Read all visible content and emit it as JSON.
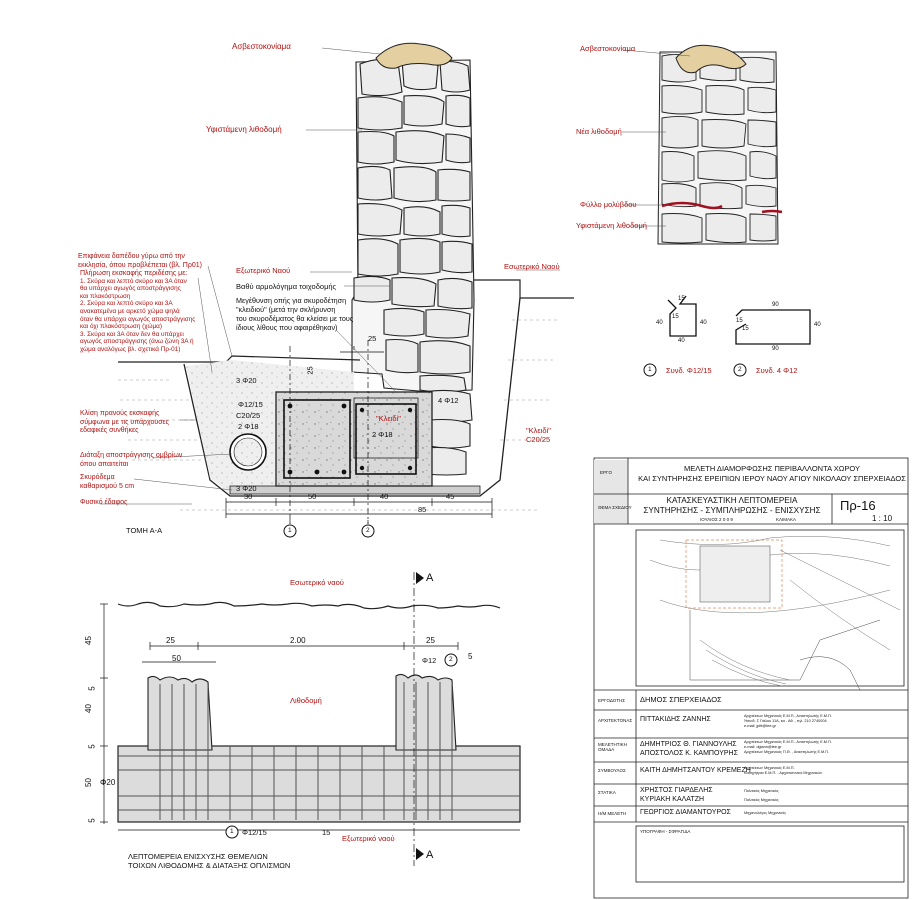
{
  "colors": {
    "annotation": "#b01010",
    "line": "#111111",
    "stone": "#eeeeee",
    "mortar": "#e3cfa0",
    "concrete": "#d6d6d6",
    "lead": "#a01020"
  },
  "section_left": {
    "labels": {
      "lime_plaster": "Ασβεστοκονίαμα",
      "existing_masonry": "Υφιστάμενη λιθοδομή",
      "floor_note_1": "Επιφάνεια δαπέδου γύρω από την",
      "floor_note_2": "εκκλησία, όπου προβλέπεται  (βλ. Πρ01)",
      "backfill_title": "Πλήρωση εκσκαφής περιδέσης με:",
      "backfill_lines": [
        "1. Σκύρα και λεπτό σκύρο και 3Α όταν",
        "θα υπάρχει αγωγός αποστράγγισης",
        "και πλακόστρωση",
        "2. Σκύρα και λεπτό σκύρο και 3Α",
        "ανακατεμένα με αρκετό χώμα ψηλά",
        "όταν θα υπάρχει αγωγός αποστράγγισης",
        "και  όχι πλακόστρωση (χώμα)",
        "3. Σκύρα και  3Α όταν δεν θα υπάρχει",
        "αγωγός αποστράγγισης  (άνω ζώνη 3Α ή",
        "χώμα αναλόγως βλ. σχετικά  Πρ-01)"
      ],
      "exterior": "Εξωτερικό Ναού",
      "interior": "Εσωτερικό Ναού",
      "deep_joint": "Βαθύ αρμολόγημα τοιχοδομής",
      "enlarge_1": "Μεγέθυνση οπής για σκυροδέτηση",
      "enlarge_2": "\"κλειδιού\" (μετά την σκλήρυνση",
      "enlarge_3": "του σκυροδέματος θα κλείσει με τους",
      "enlarge_4": "ίδιους λίθους που αφαιρέθηκαν)",
      "slope_1": "Κλίση πρανούς εκσκαφής",
      "slope_2": "σύμφωνα με τις υπάρχουσες",
      "slope_3": "εδαφικές συνθήκες",
      "drain_1": "Διάταξη αποστράγγισης ομβρίων",
      "drain_2": "όπου απαιτείται",
      "blinding_1": "Σκυρόδεμα",
      "blinding_2": "καθαρισμού 5 cm",
      "natural_ground": "Φυσικό έδαφος",
      "key_1": "\"Κλειδί\"",
      "key_2": "C20/25",
      "key_inner": "\"Κλειδί\"",
      "title": "ΤΟΜΗ  Α-Α"
    },
    "rebar_notes": [
      "3 Φ20",
      "Φ12/15",
      "C20/25",
      "2 Φ18",
      "2 Φ18",
      "4 Φ12",
      "3 Φ20"
    ],
    "dims": [
      "25",
      "25",
      "30",
      "50",
      "40",
      "45",
      "85"
    ],
    "markers": [
      "1",
      "2"
    ]
  },
  "section_right": {
    "labels": {
      "lime_plaster": "Ασβεστοκονίαμα",
      "new_masonry": "Νέα λιθοδομή",
      "lead_sheet": "Φύλλο μολύβδου",
      "existing_masonry": "Υφιστάμενη λιθοδομή"
    }
  },
  "rebar_shapes": [
    {
      "marker": "1",
      "label": "Συνδ. Φ12/15",
      "dims": [
        "15",
        "15",
        "40",
        "40",
        "40"
      ]
    },
    {
      "marker": "2",
      "label": "Συνδ. 4 Φ12",
      "dims": [
        "90",
        "15",
        "15",
        "40",
        "90"
      ]
    }
  ],
  "plan": {
    "interior": "Εσωτερικό ναού",
    "exterior": "Εξωτερικό ναού",
    "masonry": "Λιθοδομή",
    "dims_top": [
      "25",
      "2.00",
      "25"
    ],
    "dims_left": [
      "45",
      "5",
      "40",
      "5",
      "50",
      "5"
    ],
    "phi20": "Φ20",
    "dim_50": "50",
    "dim_5": "5",
    "phi12": "Φ12",
    "phi12_marker": "2",
    "bottom_marker": "1",
    "bottom_label": "Φ12/15",
    "bottom_dim": "15",
    "section_mark": "A",
    "title_1": "ΛΕΠΤΟΜΕΡΕΙΑ  ΕΝΙΣΧΥΣΗΣ  ΘΕΜΕΛΙΩΝ",
    "title_2": "ΤΟΙΧΩΝ ΛΙΘΟΔΟΜΗΣ  & ΔΙΑΤΑΞΗΣ ΟΠΛΙΣΜΩΝ"
  },
  "title_block": {
    "project_label": "ΕΡΓΟ",
    "project_1": "ΜΕΛΕΤΗ ΔΙΑΜΟΡΦΩΣΗΣ ΠΕΡΙΒΑΛΛΟΝΤΑ ΧΩΡΟΥ",
    "project_2": "ΚΑΙ ΣΥΝΤΗΡΗΣΗΣ ΕΡΕΙΠΙΩΝ ΙΕΡΟΥ ΝΑΟΥ ΑΓΙΟΥ ΝΙΚΟΛΑΟΥ ΣΠΕΡΧΕΙΑΔΟΣ",
    "subject_label": "ΘΕΜΑ ΣΧΕΔΙΟΥ",
    "subject_1": "ΚΑΤΑΣΚΕΥΑΣΤΙΚΗ ΛΕΠΤΟΜΕΡΕΙΑ",
    "subject_2": "ΣΥΝΤΗΡΗΣΗΣ - ΣΥΜΠΛΗΡΩΣΗΣ - ΕΝΙΣΧΥΣΗΣ",
    "sheet_no": "Πρ-16",
    "date": "ΙΟΥΛΙΟΣ  2 0 0 9",
    "scale_label": "ΚΛΙΜΑΚΑ",
    "scale": "1 : 10",
    "owner_label": "ΕΡΓΟΔΟΤΗΣ",
    "owner": "ΔΗΜΟΣ ΣΠΕΡΧΕΙΑΔΟΣ",
    "rows": [
      {
        "role": "ΑΡΧΙΤΕΚΤΟΝΑΣ",
        "names": [
          "ΠΙΤΤΑΚΙΔΗΣ ΖΑΝΝΗΣ"
        ],
        "info": [
          "Αρχιτέκτων Μηχανικός Ε.Μ.Π., Αναστηλωτής Ε.Μ.Π.",
          "Ήσιοδ. Σ Γιάλου 11Α, κα - Αθ. , τηλ. 210 2740004",
          "e-mail: jpitt@tee.gr"
        ]
      },
      {
        "role": "ΜΕΛΕΤΗΤΙΚΗ ΟΜΑΔΑ",
        "names": [
          "ΔΗΜΗΤΡΙΟΣ Θ. ΓΙΑΝΝΟΥΛΗΣ",
          "ΑΠΟΣΤΟΛΟΣ Κ. ΚΑΜΠΟΥΡΗΣ"
        ],
        "info": [
          "Αρχιτέκτων Μηχανικός Ε.Μ.Π., Αναστηλωτής Ε.Μ.Π.",
          "e-mail: dgiann@tee.gr",
          "Αρχιτέκτων Μηχανικός Π.Θ. , Αναστηλωτής Ε.Μ.Π."
        ]
      },
      {
        "role": "ΣΥΜΒΟΥΛΟΣ",
        "names": [
          "ΚΑΙΤΗ ΔΗΜΗΤΣΑΝΤΟΥ ΚΡΕΜΕΖΗ"
        ],
        "info": [
          "Αρχιτέκτων Μηχανικός Ε.Μ.Π.",
          "Καθηγήτρια Ε.Μ.Π. - Αρχιτεκτονικό Μηχανικών"
        ]
      },
      {
        "role": "ΣΤΑΤΙΚΑ",
        "names": [
          "ΧΡΗΣΤΟΣ ΓΙΑΡΔΕΛΗΣ",
          "ΚΥΡΙΑΚΗ ΚΑΛΑΤΖΗ"
        ],
        "info": [
          "Πολιτικός Μηχανικός",
          "Πολιτικός Μηχανικός"
        ]
      },
      {
        "role": "Η/Μ ΜΕΛΕΤΗ",
        "names": [
          "ΓΕΩΡΓΙΟΣ ΔΙΑΜΑΝΤΟΥΡΟΣ"
        ],
        "info": [
          "Μηχανολόγος Μηχανικός"
        ]
      }
    ],
    "signature_label": "ΥΠΟΓΡΑΦΗ - ΣΦΡΑΓΙΔΑ"
  }
}
